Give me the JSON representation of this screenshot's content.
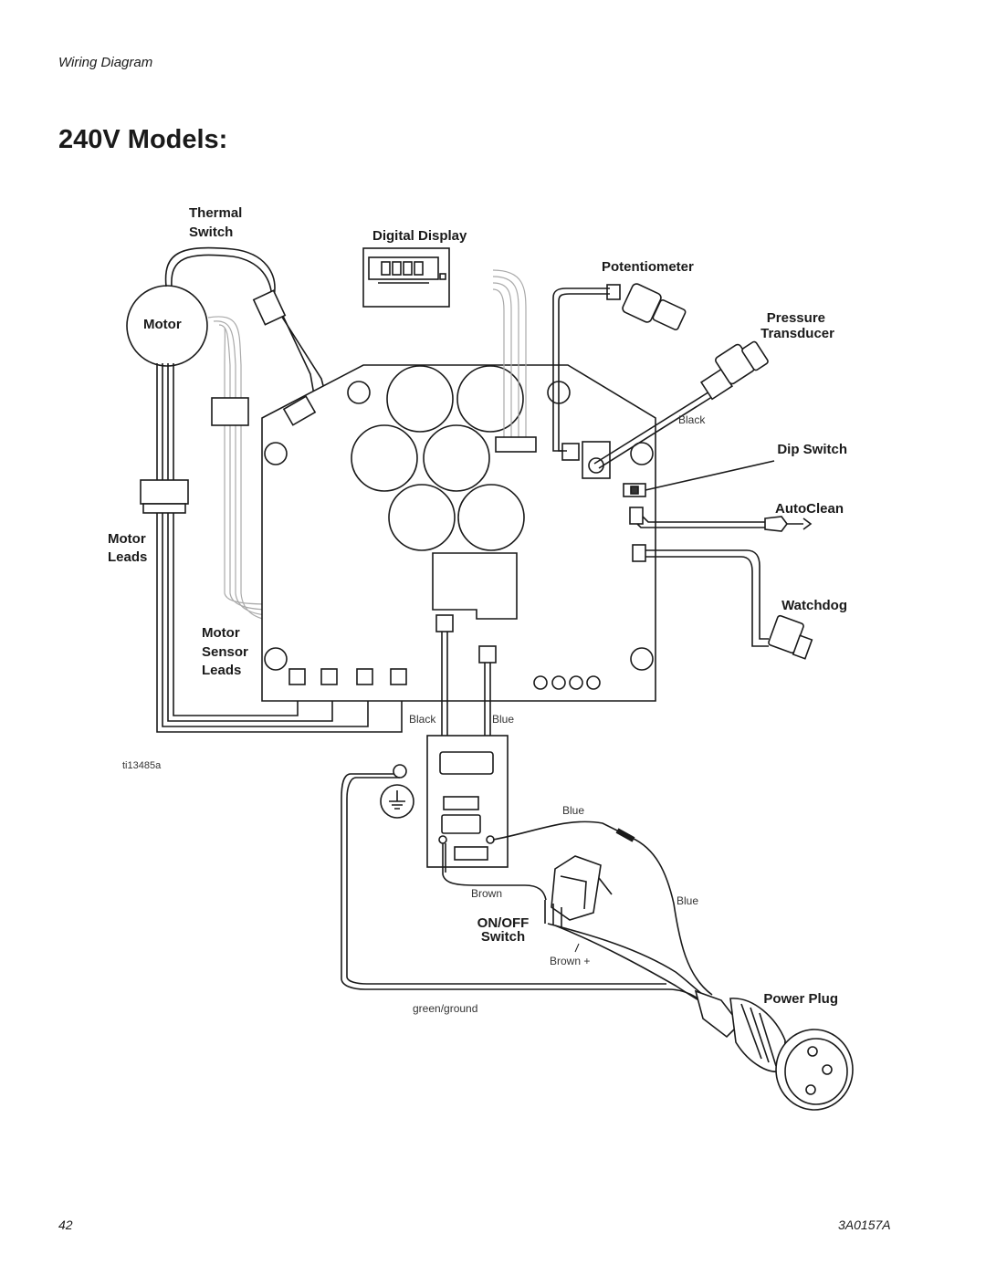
{
  "header": {
    "section": "Wiring Diagram",
    "title": "240V Models:"
  },
  "labels": {
    "thermal_switch": [
      "Thermal",
      "Switch"
    ],
    "digital_display": "Digital Display",
    "potentiometer": "Potentiometer",
    "pressure_transducer": [
      "Pressure",
      "Transducer"
    ],
    "motor": "Motor",
    "dip_switch": "Dip Switch",
    "autoclean": "AutoClean",
    "motor_leads": [
      "Motor",
      "Leads"
    ],
    "watchdog": "Watchdog",
    "motor_sensor_leads": [
      "Motor",
      "Sensor",
      "Leads"
    ],
    "on_off_switch": [
      "ON/OFF",
      "Switch"
    ],
    "power_plug": "Power Plug"
  },
  "wire_labels": {
    "black_transducer": "Black",
    "black": "Black",
    "blue": "Blue",
    "blue_switch": "Blue",
    "blue_plug": "Blue",
    "brown": "Brown",
    "brown_plus": "Brown +",
    "green_ground": "green/ground"
  },
  "figure_id": "ti13485a",
  "footer": {
    "page_number": "42",
    "doc_number": "3A0157A"
  }
}
